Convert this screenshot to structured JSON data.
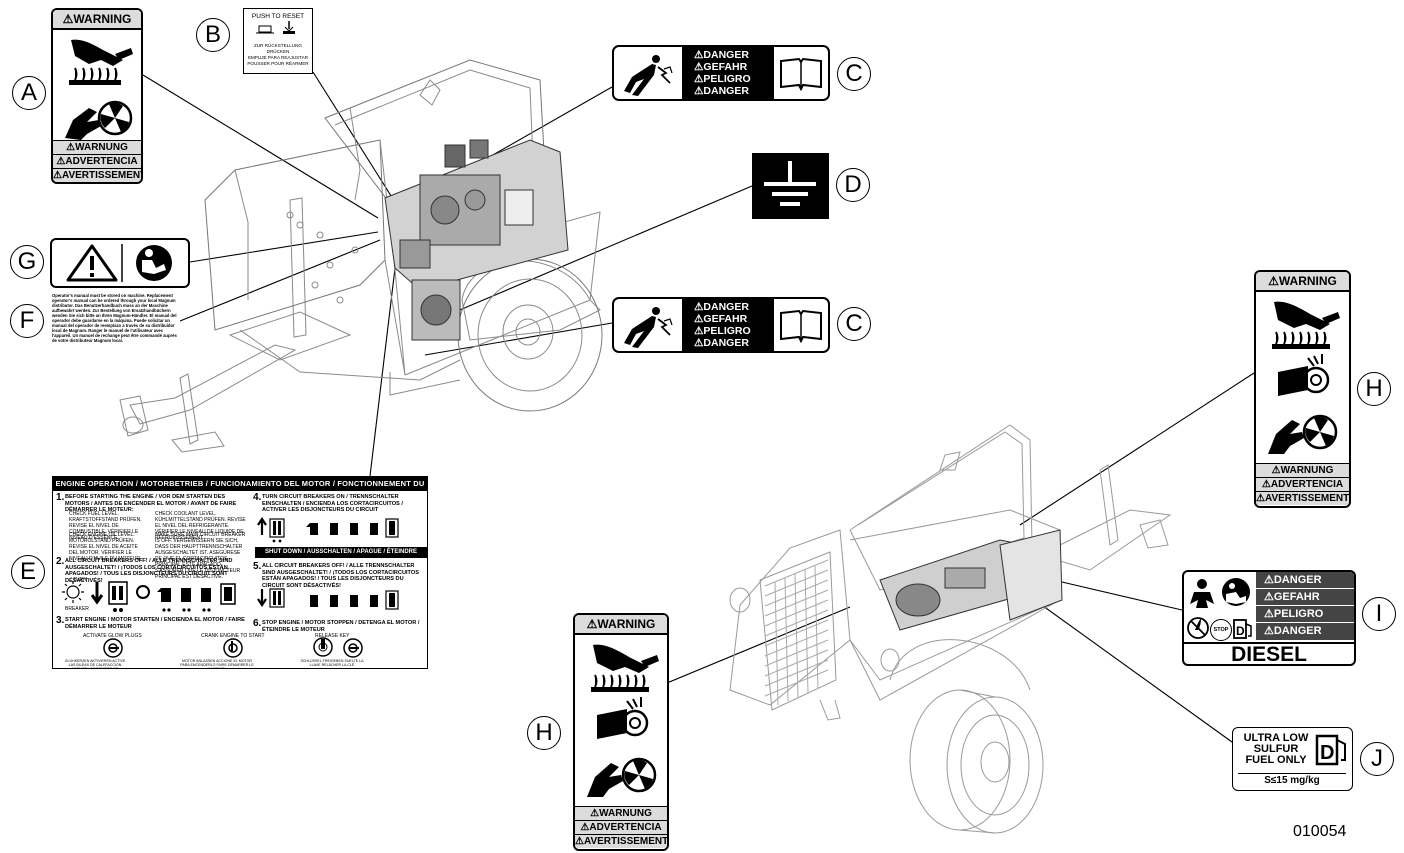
{
  "callouts": {
    "a": "A",
    "b": "B",
    "c1": "C",
    "c2": "C",
    "d": "D",
    "e": "E",
    "f": "F",
    "g": "G",
    "h1": "H",
    "h2": "H",
    "i": "I",
    "j": "J"
  },
  "decals": {
    "a_header": "⚠WARNING",
    "a_f1": "⚠WARNUNG",
    "a_f2": "⚠ADVERTENCIA",
    "a_f3": "⚠AVERTISSEMENT",
    "b_line1": "PUSH TO RESET",
    "b_line2": "ZUR RÜCKSTELLUNG DRÜCKEN",
    "b_line3": "EMPUJE PARA REAJUSTAR",
    "b_line4": "POUSSER POUR RÉARMER",
    "c_1": "⚠DANGER",
    "c_2": "⚠GEFAHR",
    "c_3": "⚠PELIGRO",
    "c_4": "⚠DANGER",
    "f_text": "Operator's manual must be stored on machine. Replacement operator's manual can be ordered through your local Magnum distributor. Das Benutzerhandbuch muss an der Maschine aufbewahrt werden. Zur Bestellung von Ersatzhandbüchern wenden Sie sich bitte an Ihren Magnum-Händler. El manual del operador debe guardarse en la máquina. Puede solicitar un manual del operador de reemplazo a través de su distribuidor local de Magnum. Ranger le manuel de l'utilisateur avec l'appareil. Un manuel de rechange peut être commandé auprès de votre distributeur Magnum local.",
    "h_header": "⚠WARNING",
    "h_f1": "⚠WARNUNG",
    "h_f2": "⚠ADVERTENCIA",
    "h_f3": "⚠AVERTISSEMENT",
    "i_1": "⚠DANGER",
    "i_2": "⚠GEFAHR",
    "i_3": "⚠PELIGRO",
    "i_4": "⚠DANGER",
    "i_stop": "STOP",
    "i_diesel": "DIESEL",
    "j_1": "ULTRA LOW",
    "j_2": "SULFUR",
    "j_3": "FUEL ONLY",
    "j_4": "S≤15 mg/kg"
  },
  "engine": {
    "title": "ENGINE OPERATION / MOTORBETRIEB / FUNCIONAMIENTO DEL MOTOR / FONCTIONNEMENT DU MOTEUR:",
    "s1": "BEFORE STARTING THE ENGINE / VOR DEM STARTEN DES MOTORS / ANTES DE ENCENDER EL MOTOR / AVANT DE FAIRE DÉMARRER LE MOTEUR:",
    "s1a": "CHECK FUEL LEVEL. KRAFTSTOFFSTAND PRÜFEN. REVISE EL NIVEL DE COMBUSTIBLE. VÉRIFIER LE NIVEAU D'ESSENCE.",
    "s1b": "CHECK COOLANT LEVEL. KÜHLMITTELSTAND PRÜFEN. REVISE EL NIVEL DEL REFRIGERANTE. VÉRIFIER LE NIVEAU DE LIQUIDE DE REFROIDISSEMENT.",
    "s1c": "CHECK ENGINE OIL LEVEL. MOTORÖLSTAND PRÜFEN. REVISE EL NIVEL DE ACEITE DEL MOTOR. VÉRIFIER LE NIVEAU D'HUILE DU MOTEUR.",
    "s1d": "MAKE SURE MAIN CIRCUIT BREAKER IS OFF. VERGEWISSERN SIE SICH, DASS DER HAUPTTRENNSCHALTER AUSGESCHALTET IST. ASEGÚRESE DE QUE EL CORTACIRCUITOS PRINCIPAL ESTÉ APAGADO. S'ASSURER QUE LE DISJONCTEUR PRINCIPAL EST DÉSACTIVÉ.",
    "s2": "ALL CIRCUIT BREAKERS OFF! / ALLE TRENNSCHALTER SIND AUSGESCHALTET! / ¡TODOS LOS CORTACIRCUITOS ESTÁN APAGADOS! / TOUS LES DISJONCTEURS DU CIRCUIT SONT DÉSACTIVÉS!",
    "s3": "START ENGINE / MOTOR STARTEN / ENCIENDA EL MOTOR / FAIRE DÉMARRER LE MOTEUR",
    "s3a": "ACTIVATE GLOW PLUGS",
    "s3b": "CRANK ENGINE TO START",
    "s3c": "RELEASE KEY",
    "s3a2": "GLÜHKERZEN AKTIVIEREN ACTIVE LAS BUJÍAS DE CALEFACCIÓN ACTIVER LES BOUGIES DE PRÉCHAUFFAGE",
    "s3b2": "MOTOR ANLASSEN ACCIONE EL MOTOR PARA ENCENDERLO FAIRE DÉMARRER LE MOTEUR",
    "s3c2": "SCHLÜSSEL FREIGEBEN SUELTE LA LLAVE RELÂCHER LA CLÉ",
    "s4": "TURN CIRCUIT BREAKERS ON / TRENNSCHALTER EINSCHALTEN / ENCIENDA LOS CORTACIRCUITOS / ACTIVER LES DISJONCTEURS DU CIRCUIT",
    "shut": "SHUT DOWN / AUSSCHALTEN / APAGUE / ÉTEINDRE",
    "s5": "ALL CIRCUIT BREAKERS OFF! / ALLE TRENNSCHALTER SIND AUSGESCHALTET! / ¡TODOS LOS CORTACIRCUITOS ESTÁN APAGADOS! / TOUS LES DISJONCTEURS DU CIRCUIT SONT DÉSACTIVÉS!",
    "s6": "STOP ENGINE / MOTOR STOPPEN / DETENGA EL MOTOR / ÉTEINDRE LE MOTEUR",
    "turn": "TURN",
    "breaker": "BREAKER"
  },
  "figure_id": "010054"
}
